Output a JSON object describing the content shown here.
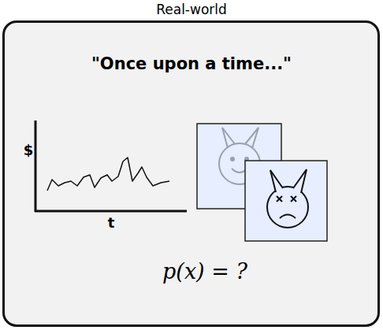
{
  "diagram": {
    "nodes": [
      {
        "text": [
          "Real-world",
          "\"Once upon a time...\"",
          "p(x) = ?"
        ]
      }
    ],
    "labels": [
      "$",
      "t"
    ]
  }
}
